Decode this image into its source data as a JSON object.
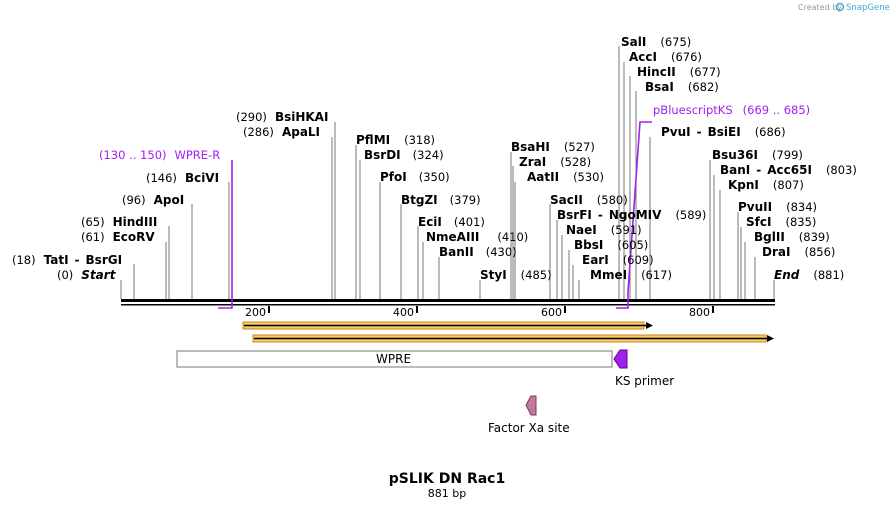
{
  "credit": {
    "created_by": "Created by",
    "brand": "SnapGene"
  },
  "map": {
    "title": "pSLIK DN Rac1",
    "length": "881 bp"
  },
  "axis": {
    "ticks": [
      "200",
      "400",
      "600",
      "800"
    ]
  },
  "sites": {
    "tati": {
      "name": "TatI",
      "name2": "BsrGI",
      "pos": "(18)"
    },
    "start": {
      "name": "Start",
      "pos": "(0)"
    },
    "ecorv": {
      "name": "EcoRV",
      "pos": "(61)"
    },
    "hindiii": {
      "name": "HindIII",
      "pos": "(65)"
    },
    "apoi": {
      "name": "ApoI",
      "pos": "(96)"
    },
    "bcivi": {
      "name": "BciVI",
      "pos": "(146)"
    },
    "apali": {
      "name": "ApaLI",
      "pos": "(286)"
    },
    "bsihkai": {
      "name": "BsiHKAI",
      "pos": "(290)"
    },
    "pflmi": {
      "name": "PflMI",
      "pos": "(318)"
    },
    "bsrdi": {
      "name": "BsrDI",
      "pos": "(324)"
    },
    "pfoi": {
      "name": "PfoI",
      "pos": "(350)"
    },
    "btgzi": {
      "name": "BtgZI",
      "pos": "(379)"
    },
    "ecii": {
      "name": "EciI",
      "pos": "(401)"
    },
    "nmeaiii": {
      "name": "NmeAIII",
      "pos": "(410)"
    },
    "banii": {
      "name": "BanII",
      "pos": "(430)"
    },
    "styi": {
      "name": "StyI",
      "pos": "(485)"
    },
    "bsahi": {
      "name": "BsaHI",
      "pos": "(527)"
    },
    "zrai": {
      "name": "ZraI",
      "pos": "(528)"
    },
    "aatii": {
      "name": "AatII",
      "pos": "(530)"
    },
    "sacii": {
      "name": "SacII",
      "pos": "(580)"
    },
    "bsrfi": {
      "name": "BsrFI",
      "name2": "NgoMIV",
      "pos": "(589)"
    },
    "naei": {
      "name": "NaeI",
      "pos": "(591)"
    },
    "bbsi": {
      "name": "BbsI",
      "pos": "(605)"
    },
    "eari": {
      "name": "EarI",
      "pos": "(609)"
    },
    "mmei": {
      "name": "MmeI",
      "pos": "(617)"
    },
    "sali": {
      "name": "SalI",
      "pos": "(675)"
    },
    "acci": {
      "name": "AccI",
      "pos": "(676)"
    },
    "hincii": {
      "name": "HincII",
      "pos": "(677)"
    },
    "bsai": {
      "name": "BsaI",
      "pos": "(682)"
    },
    "pvui1": {
      "name": "PvuI",
      "name2": "BsiEI",
      "pos": "(686)"
    },
    "bsu36i": {
      "name": "Bsu36I",
      "pos": "(799)"
    },
    "bani": {
      "name": "BanI",
      "name2": "Acc65I",
      "pos": "(803)"
    },
    "kpni": {
      "name": "KpnI",
      "pos": "(807)"
    },
    "pvuii": {
      "name": "PvuII",
      "pos": "(834)"
    },
    "sfci": {
      "name": "SfcI",
      "pos": "(835)"
    },
    "bglii": {
      "name": "BglII",
      "pos": "(839)"
    },
    "drai": {
      "name": "DraI",
      "pos": "(856)"
    },
    "end": {
      "name": "End",
      "pos": "(881)"
    }
  },
  "primers": {
    "wpre_r": {
      "name": "WPRE-R",
      "range": "(130 .. 150)"
    },
    "pbluescriptks": {
      "name": "pBluescriptKS",
      "range": "(669 .. 685)"
    }
  },
  "features": {
    "wpre": "WPRE",
    "ks_primer": "KS primer",
    "factor_xa": "Factor Xa site"
  },
  "colors": {
    "magenta": "#a020f0",
    "orf_fill": "#f5c96a",
    "orf_stroke": "#c98a1e",
    "factor_xa": "#c07aa0"
  }
}
